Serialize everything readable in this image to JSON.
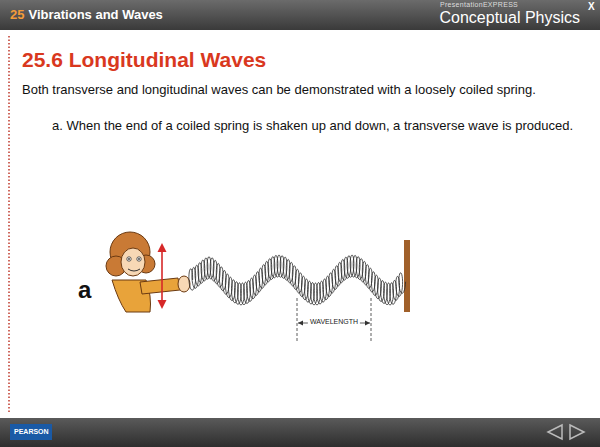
{
  "diagram": {
    "title": "25.6 Longitudinal Waves",
    "labels": [
      "25",
      "Vibrations and Waves",
      "PresentationEXPRESS",
      "Conceptual Physics",
      "X",
      "Both transverse and longitudinal waves can be demonstrated with a loosely coiled spring.",
      "a. When the end of a coiled spring is shaken up and down, a transverse wave is produced.",
      "a",
      "WAVELENGTH",
      "PEARSON"
    ]
  }
}
